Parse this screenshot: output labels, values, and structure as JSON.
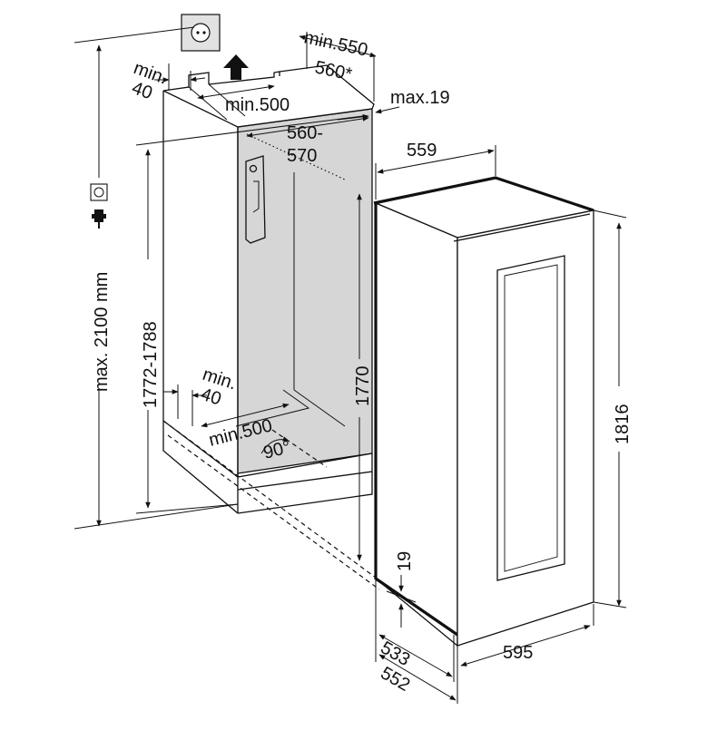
{
  "diagram": {
    "niche": {
      "top_depth_min": "min.550",
      "top_depth_star": "560*",
      "side_gap_top": [
        "min.",
        "40"
      ],
      "top_opening": "min.500",
      "wall_gap": "max.19",
      "inner_width": [
        "560-",
        "570"
      ],
      "niche_height": "1772-1788",
      "total_height": "max. 2100 mm",
      "side_gap_bottom": [
        "min.",
        "40"
      ],
      "bottom_opening": "min.500",
      "angle": "90°"
    },
    "appliance": {
      "width_top": "559",
      "height_front": "1816",
      "height_back": "1770",
      "door_offset": "19",
      "width": "595",
      "depth_body": "533",
      "depth_total": "552"
    },
    "icons": [
      "socket-icon",
      "plug-icon",
      "ventilation-arrow-icon"
    ]
  }
}
